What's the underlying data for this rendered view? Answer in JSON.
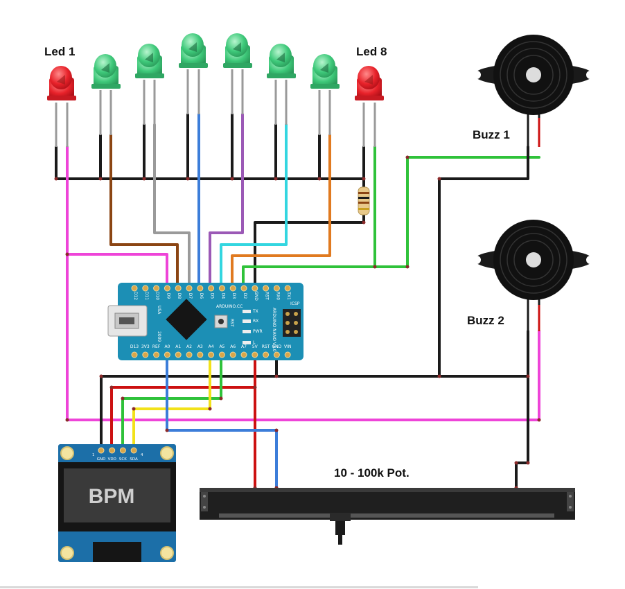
{
  "labels": {
    "led_first": "Led 1",
    "led_last": "Led 8",
    "buzz1": "Buzz 1",
    "buzz2": "Buzz 2",
    "pot": "10 - 100k Pot.",
    "oled_text": "BPM"
  },
  "arduino": {
    "top_pins": [
      "D12",
      "D11",
      "D10",
      "D9",
      "D8",
      "D7",
      "D6",
      "D5",
      "D4",
      "D3",
      "D2",
      "GND",
      "RST",
      "RX0",
      "TX1"
    ],
    "bottom_pins": [
      "D13",
      "3V3",
      "REF",
      "A0",
      "A1",
      "A2",
      "A3",
      "A4",
      "A5",
      "A6",
      "A7",
      "5V",
      "RST",
      "GND",
      "VIN"
    ],
    "text_model": "ARDUINO.CC",
    "text_nano": "ARDUINO NANO V3.0",
    "text_usa": "USA",
    "text_year": "2009",
    "text_icsp": "ICSP",
    "text_rst": "RST",
    "leds": [
      "TX",
      "RX",
      "PWR",
      "L"
    ]
  },
  "oled": {
    "pins": [
      "GND",
      "VDD",
      "SCK",
      "SDA"
    ],
    "pin_first_num": "1",
    "pin_last_num": "4"
  },
  "colors": {
    "led_red": "#e8222a",
    "led_green": "#3ec97a",
    "board": "#1c8fb5",
    "wire_black": "#1a1a1a",
    "wire_magenta": "#ee44d8",
    "wire_brown": "#8b4513",
    "wire_gray": "#9a9a9a",
    "wire_blue": "#3c7dd9",
    "wire_purple": "#9b59b6",
    "wire_cyan": "#33d6e0",
    "wire_orange": "#e07a20",
    "wire_green": "#2fc23a",
    "wire_red": "#cc1111",
    "wire_yellow": "#f2e21a"
  }
}
